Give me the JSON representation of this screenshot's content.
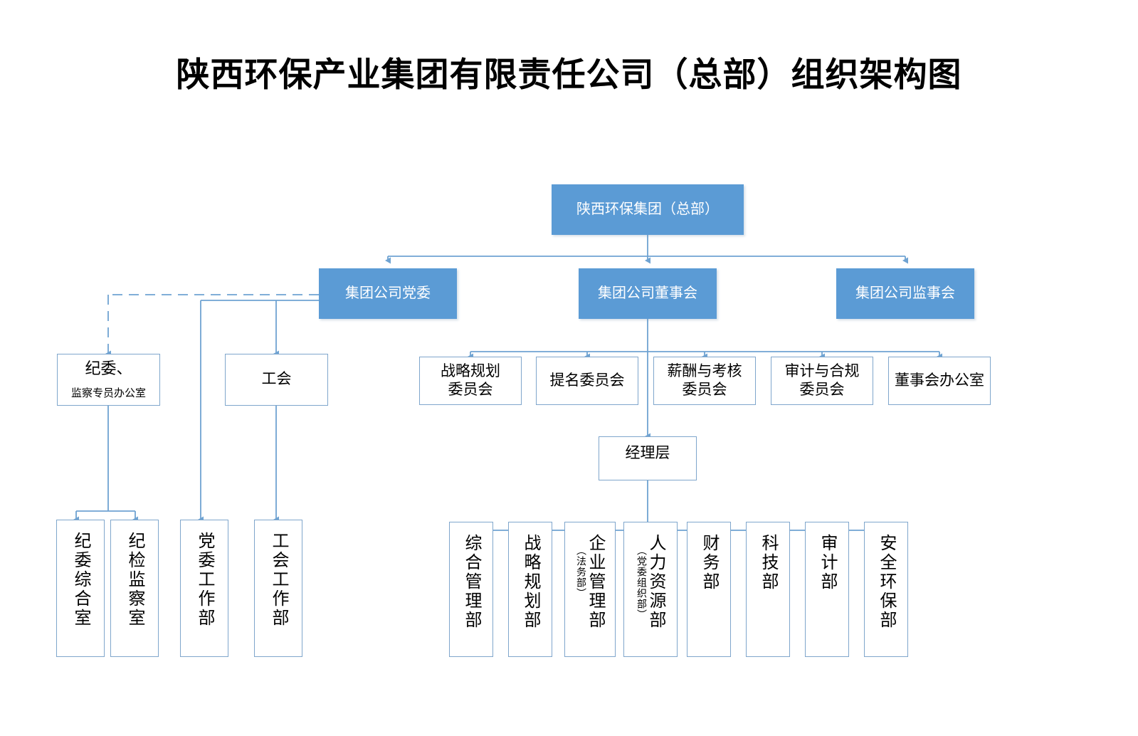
{
  "title": "陕西环保产业集团有限责任公司（总部）组织架构图",
  "colors": {
    "accent_fill": "#5B9BD5",
    "box_border": "#7FA6CC",
    "connector": "#6FA3D2",
    "text_on_accent": "#FFFFFF",
    "text_default": "#000000",
    "background": "#FFFFFF"
  },
  "chart_data": {
    "type": "diagram",
    "title": "陕西环保产业集团有限责任公司（总部）组织架构图",
    "orientation": "top-down org chart"
  },
  "root": {
    "label": "陕西环保集团（总部）"
  },
  "level2": [
    {
      "label": "集团公司党委"
    },
    {
      "label": "集团公司董事会"
    },
    {
      "label": "集团公司监事会"
    }
  ],
  "party_branch": {
    "discipline": {
      "line1": "纪委、",
      "line2": "监察专员办公室"
    },
    "union": {
      "label": "工会"
    }
  },
  "committees": [
    {
      "line1": "战略规划",
      "line2": "委员会"
    },
    {
      "line1": "提名委员会",
      "line2": ""
    },
    {
      "line1": "薪酬与考核",
      "line2": "委员会"
    },
    {
      "line1": "审计与合规",
      "line2": "委员会"
    },
    {
      "line1": "董事会办公室",
      "line2": ""
    }
  ],
  "management": {
    "label": "经理层"
  },
  "left_departments": [
    {
      "label": "纪委综合室",
      "sub": ""
    },
    {
      "label": "纪检监察室",
      "sub": ""
    },
    {
      "label": "党委工作部",
      "sub": ""
    },
    {
      "label": "工会工作部",
      "sub": ""
    }
  ],
  "right_departments": [
    {
      "label": "综合管理部",
      "sub": ""
    },
    {
      "label": "战略规划部",
      "sub": ""
    },
    {
      "label": "企业管理部",
      "sub": "（法务部）"
    },
    {
      "label": "人力资源部",
      "sub": "（党委组织部）"
    },
    {
      "label": "财务部",
      "sub": ""
    },
    {
      "label": "科技部",
      "sub": ""
    },
    {
      "label": "审计部",
      "sub": ""
    },
    {
      "label": "安全环保部",
      "sub": ""
    }
  ]
}
